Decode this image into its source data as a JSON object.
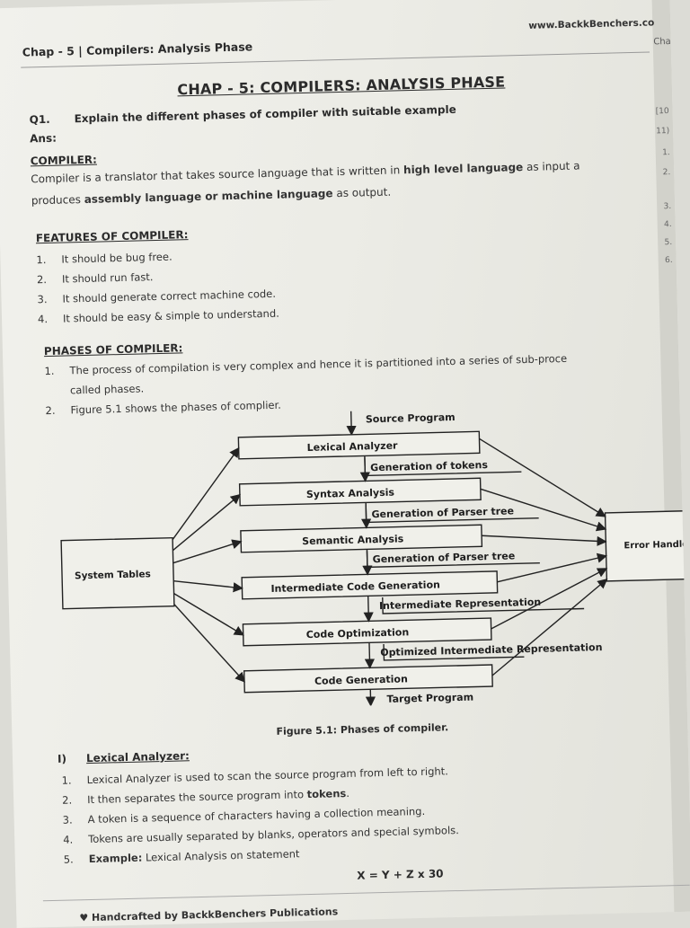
{
  "header": {
    "chapter": "Chap - 5 | Compilers: Analysis Phase",
    "website": "www.BackkBenchers.co",
    "corner_tab": "Cha"
  },
  "title": "CHAP - 5: COMPILERS: ANALYSIS PHASE",
  "question": {
    "number": "Q1.",
    "text": "Explain the different phases of compiler with suitable example"
  },
  "answer_label": "Ans:",
  "compiler": {
    "heading": "COMPILER:",
    "line1_part1": "Compiler is a translator that takes source language that is written in ",
    "line1_bold": "high level language",
    "line1_part2": " as input a",
    "line2_part1": "produces ",
    "line2_bold": "assembly language or machine language",
    "line2_part2": " as output."
  },
  "features": {
    "heading": "FEATURES OF COMPILER:",
    "items": [
      {
        "num": "1.",
        "text": "It should be bug free."
      },
      {
        "num": "2.",
        "text": "It should run fast."
      },
      {
        "num": "3.",
        "text": "It should generate correct machine code."
      },
      {
        "num": "4.",
        "text": "It should be easy & simple to understand."
      }
    ]
  },
  "phases": {
    "heading": "PHASES OF COMPILER:",
    "item1_num": "1.",
    "item1_line1": "The process of compilation is very complex and hence it is partitioned into a series of sub-proce",
    "item1_line2": "called phases.",
    "item2_num": "2.",
    "item2_text": "Figure 5.1 shows the phases of complier."
  },
  "diagram": {
    "source_program": "Source Program",
    "boxes": [
      "Lexical Analyzer",
      "Syntax Analysis",
      "Semantic Analysis",
      "Intermediate Code Generation",
      "Code Optimization",
      "Code Generation"
    ],
    "outputs": [
      "Generation of tokens",
      "Generation of Parser tree",
      "Generation of Parser tree",
      "Intermediate Representation",
      "Optimized Intermediate Representation"
    ],
    "target_program": "Target Program",
    "system_tables": "System Tables",
    "error_handler": "Error Handler"
  },
  "figure_caption": "Figure 5.1: Phases of compiler.",
  "lexical": {
    "numeral": "I)",
    "heading": "Lexical Analyzer:",
    "items": [
      {
        "num": "1.",
        "text": "Lexical Analyzer is used to scan the source program from left to right."
      },
      {
        "num": "2.",
        "text_part1": "It then separates the source program into ",
        "text_bold": "tokens",
        "text_part2": "."
      },
      {
        "num": "3.",
        "text": "A token is a sequence of characters having a collection meaning."
      },
      {
        "num": "4.",
        "text": "Tokens are usually separated by blanks, operators and special symbols."
      },
      {
        "num": "5.",
        "text_bold": "Example:",
        "text_part2": " Lexical Analysis on statement"
      }
    ],
    "statement": "X = Y + Z x 30"
  },
  "margin_notes": [
    "[10",
    "11)",
    "1.",
    "2.",
    "3.",
    "4.",
    "5.",
    "6."
  ],
  "footer": "♥ Handcrafted by BackkBenchers Publications"
}
